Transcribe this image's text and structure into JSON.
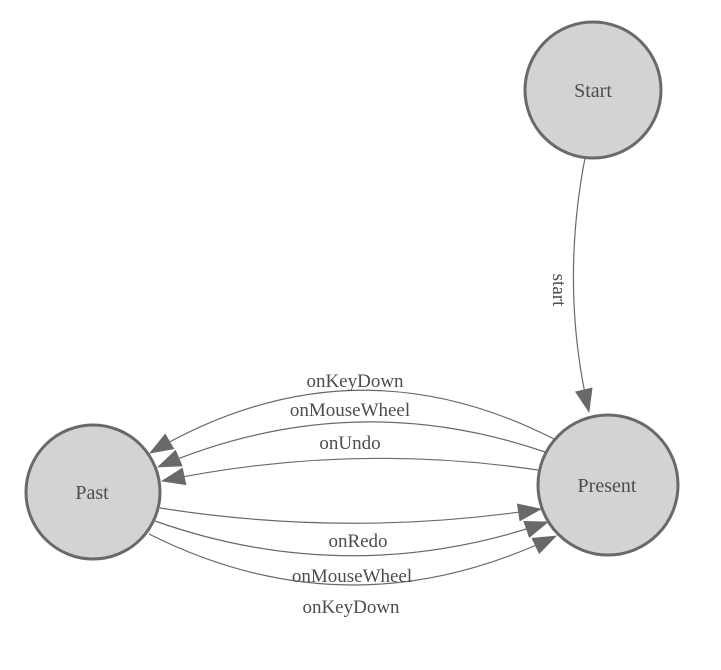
{
  "diagram": {
    "type": "state-machine",
    "background": "#ffffff",
    "colors": {
      "node_fill": "#d3d3d3",
      "node_stroke": "#696969",
      "edge_stroke": "#696969",
      "arrowhead": "#696969",
      "text": "#4d4d4d"
    },
    "nodes": [
      {
        "id": "start",
        "label": "Start"
      },
      {
        "id": "past",
        "label": "Past"
      },
      {
        "id": "present",
        "label": "Present"
      }
    ],
    "edges": [
      {
        "from": "start",
        "to": "present",
        "label": "start"
      },
      {
        "from": "present",
        "to": "past",
        "label": "onKeyDown"
      },
      {
        "from": "present",
        "to": "past",
        "label": "onMouseWheel"
      },
      {
        "from": "present",
        "to": "past",
        "label": "onUndo"
      },
      {
        "from": "past",
        "to": "present",
        "label": "onRedo"
      },
      {
        "from": "past",
        "to": "present",
        "label": "onMouseWheel"
      },
      {
        "from": "past",
        "to": "present",
        "label": "onKeyDown"
      }
    ]
  }
}
